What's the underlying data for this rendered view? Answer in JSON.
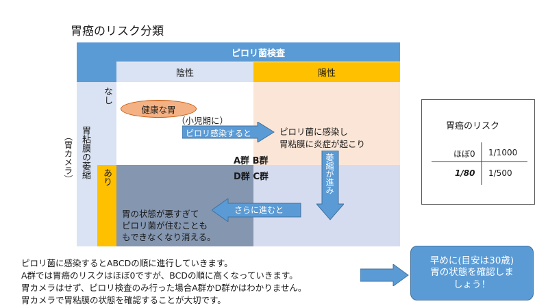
{
  "title": "胃癌のリスク分類",
  "table": {
    "header_top": "ピロリ菌検査",
    "negative": "陰性",
    "positive": "陽性",
    "side_label": "胃粘膜の萎縮",
    "side_sub": "（胃カメラ）",
    "row_none": "なし",
    "row_present": "あり"
  },
  "cells": {
    "healthy": "健康な胃",
    "childhood": "（小児期に）",
    "infection_arrow": "ピロリ感染すると",
    "b_line1": "ピロリ菌に感染し",
    "b_line2": "胃粘膜に炎症が起こり",
    "down_arrow": "萎縮が進み",
    "groups_ab": "A群 B群",
    "groups_dc": "D群 C群",
    "progress_arrow": "さらに進むと",
    "d_line1": "胃の状態が悪すぎて",
    "d_line2": "ピロリ菌が住むことも",
    "d_line3": "もできなくなり消える。"
  },
  "risk_box": {
    "title": "胃癌のリスク",
    "r1_label": "ほぼ0",
    "r1_value": "1/1000",
    "r2_label": "1/80",
    "r2_value": "1/500"
  },
  "bottom": {
    "line1": "ピロリ菌に感染するとABCDの順に進行していきます。",
    "line2": "A群では胃癌のリスクはほぼ0ですが、BCDの順に高くなっていきます。",
    "line3": "胃カメラはせず、ピロリ検査のみ行った場合A群かD群かはわかりません。",
    "line4": "胃カメラで胃粘膜の状態を確認することが大切です。"
  },
  "callout": {
    "line1": "早めに(目安は30歳)",
    "line2": "胃の状態を確認しま",
    "line3": "しょう！"
  },
  "colors": {
    "blue": "#5b9bd5",
    "orange": "#ffc000",
    "light_blue": "#dae3f3",
    "peach": "#fbe5d6",
    "slate": "#8496b0"
  }
}
